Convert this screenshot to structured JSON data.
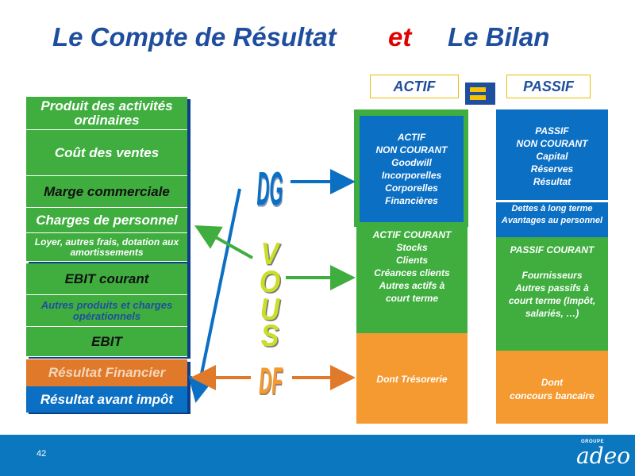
{
  "title": {
    "part1": "Le Compte de Résultat",
    "part2": "et",
    "part3": "Le Bilan"
  },
  "headers": {
    "actif": "ACTIF",
    "passif": "PASSIF"
  },
  "income_statement": [
    "Produit des activités ordinaires",
    "Coût des ventes",
    "Marge commerciale",
    "Charges de personnel",
    "Loyer, autres frais, dotation aux amortissements",
    "EBIT courant",
    "Autres produits et charges opérationnels",
    "EBIT",
    "Résultat Financier",
    "Résultat avant impôt"
  ],
  "actors": {
    "dg": "DG",
    "vous": [
      "V",
      "O",
      "U",
      "S"
    ],
    "df": "DF"
  },
  "actif": {
    "non_courant": [
      "ACTIF",
      "NON COURANT",
      "Goodwill",
      "Incorporelles",
      "Corporelles",
      "Financières"
    ],
    "courant": [
      "ACTIF COURANT",
      "Stocks",
      "Clients",
      "Créances clients",
      "Autres actifs à",
      "court terme"
    ],
    "tresorerie": "Dont Trésorerie"
  },
  "passif": {
    "non_courant": [
      "PASSIF",
      "NON COURANT",
      "Capital",
      "Réserves",
      "Résultat"
    ],
    "dettes": [
      "Dettes à long terme",
      "Avantages au personnel"
    ],
    "courant_title": "PASSIF COURANT",
    "courant": [
      "Fournisseurs",
      "Autres passifs à",
      "court terme (Impôt,",
      "salariés, …)"
    ],
    "concours": [
      "Dont",
      "concours bancaire"
    ]
  },
  "page_number": "42",
  "logo": {
    "small": "GROUPE",
    "main": "adeo"
  },
  "colors": {
    "title": "#1f4e9e",
    "accent_red": "#e00000",
    "green": "#3fae3f",
    "blue": "#0b6fc4",
    "orange": "#f59a30",
    "yellow": "#f7c300",
    "footer": "#0b77bf"
  }
}
